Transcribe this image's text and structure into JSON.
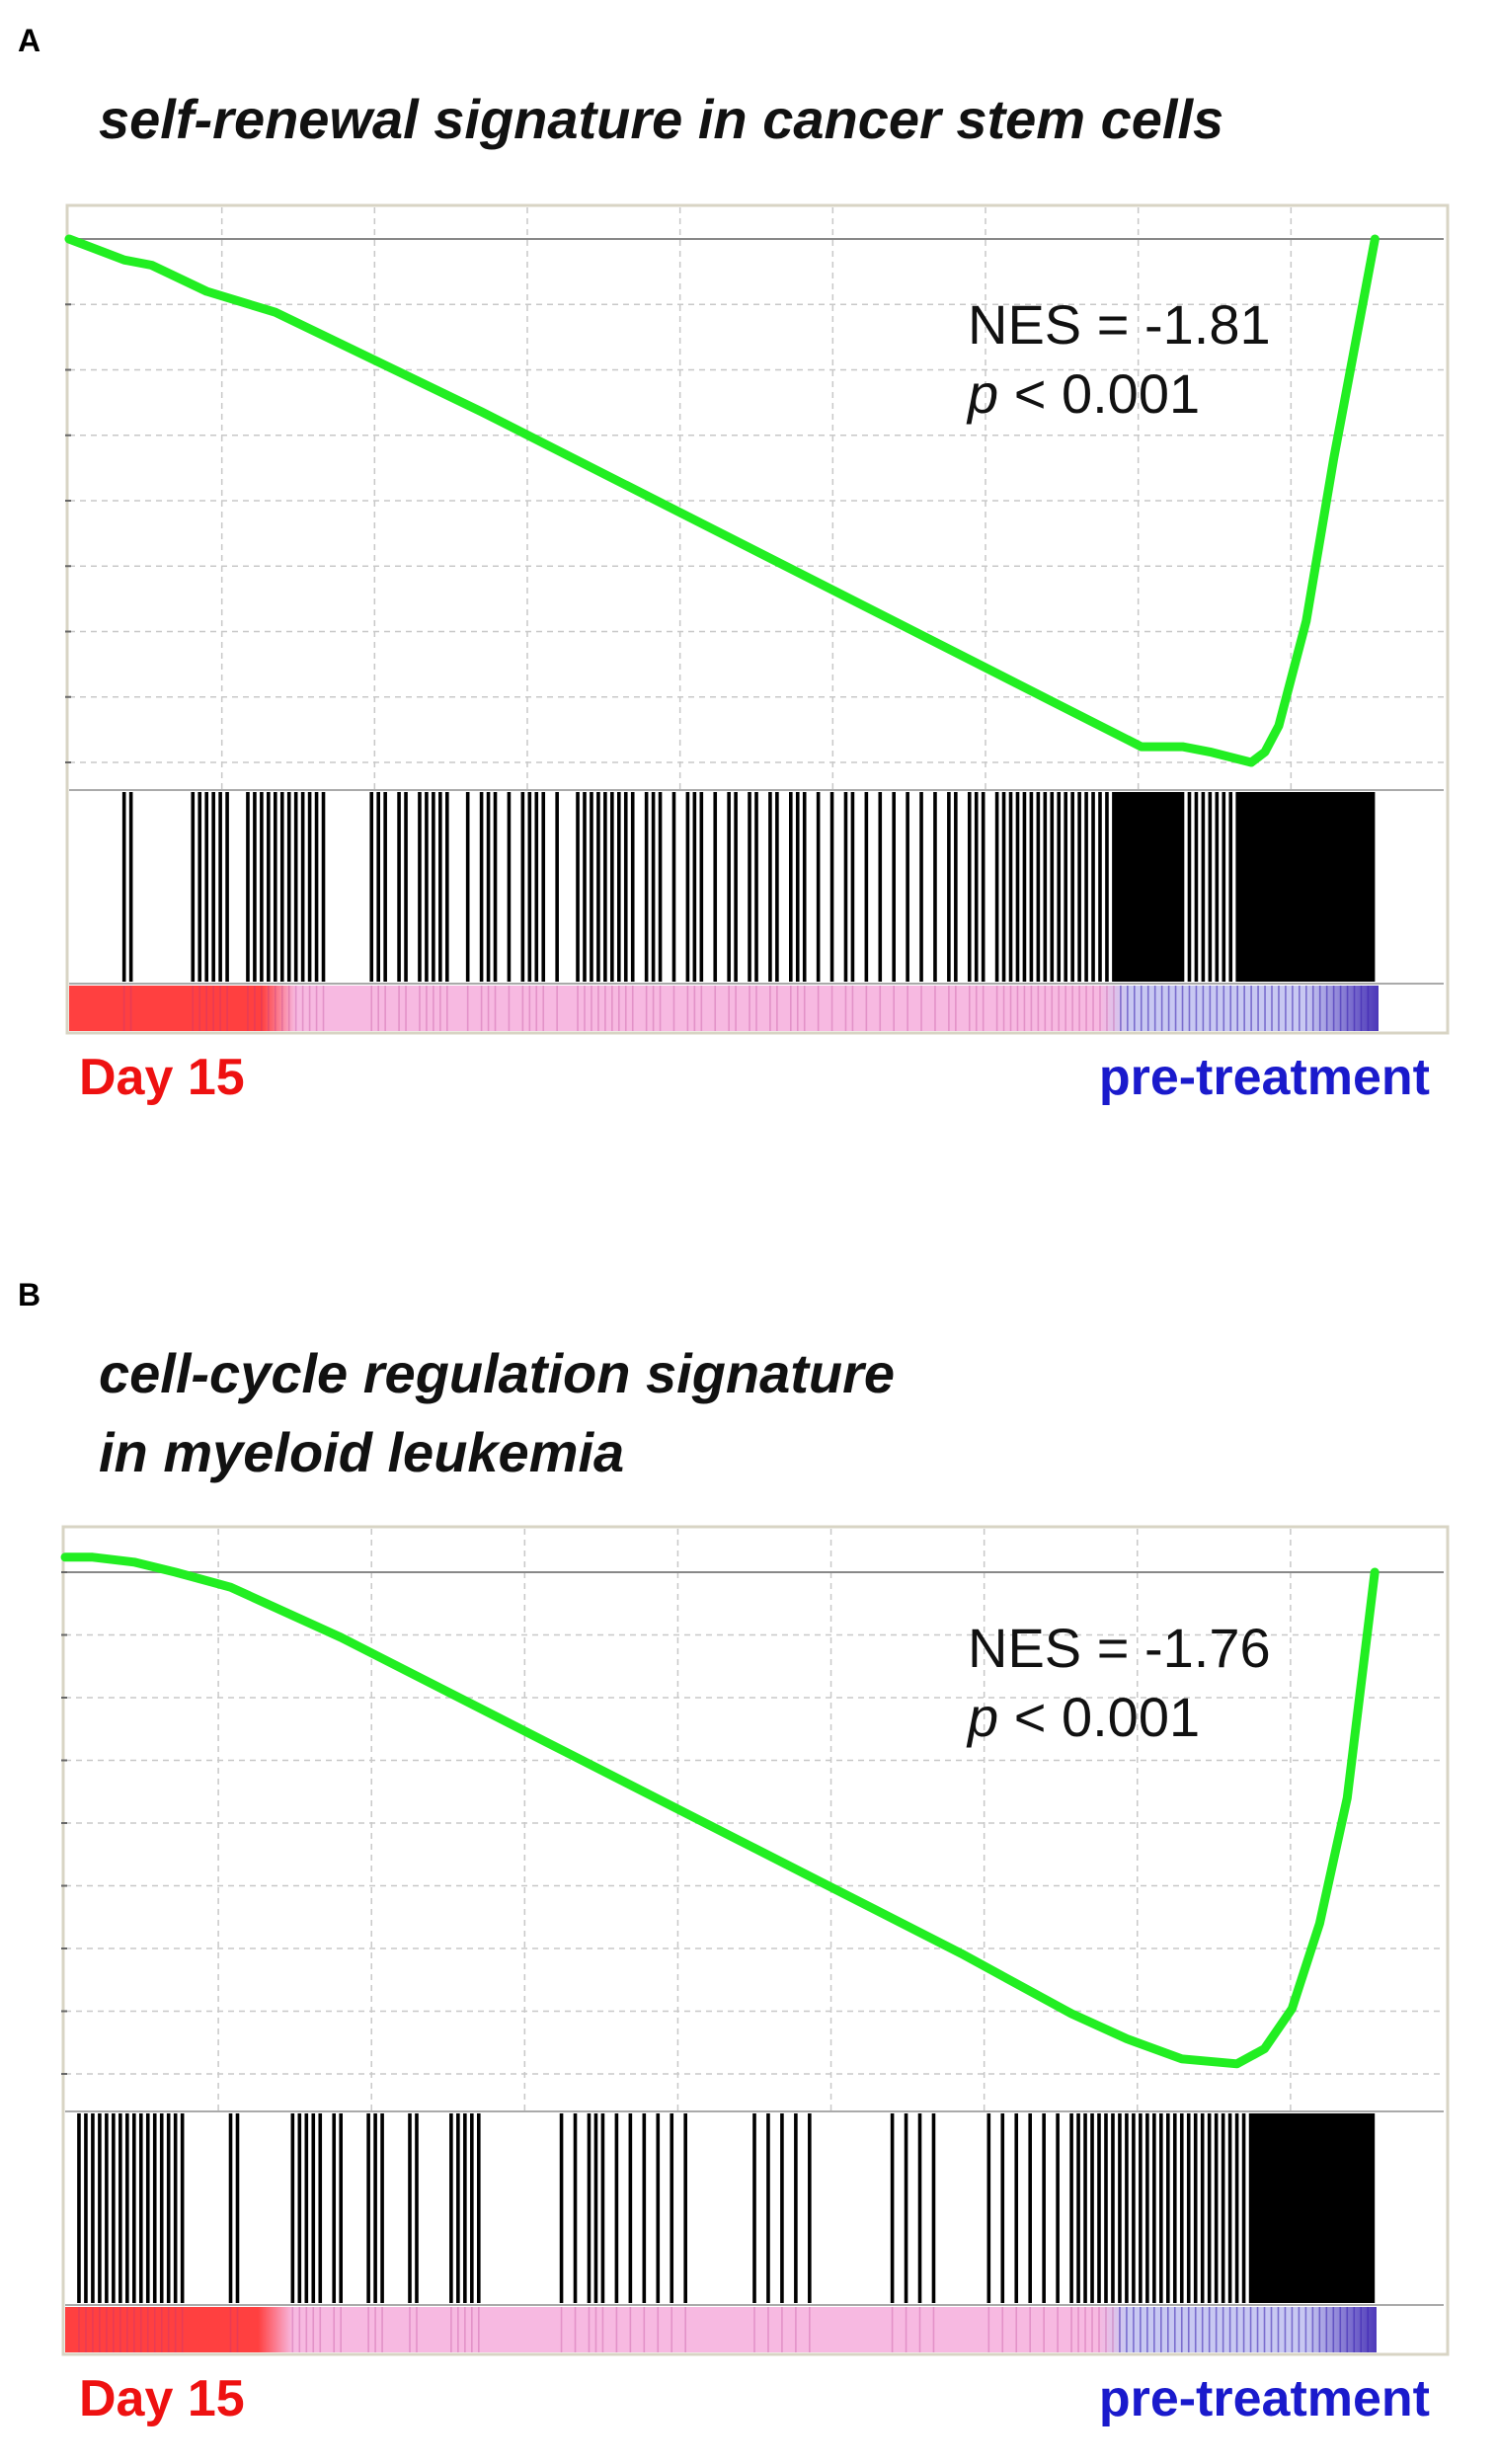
{
  "figure": {
    "panels": [
      {
        "letter": "A",
        "title_lines": [
          "self-renewal signature in cancer stem cells"
        ],
        "nes_text": "NES = -1.81",
        "p_symbol": "p",
        "p_rest": " < 0.001",
        "left_label": "Day 15",
        "right_label": "pre-treatment"
      },
      {
        "letter": "B",
        "title_lines": [
          "cell-cycle regulation signature",
          "in myeloid leukemia"
        ],
        "nes_text": "NES = -1.76",
        "p_symbol": "p",
        "p_rest": " < 0.001",
        "left_label": "Day 15",
        "right_label": "pre-treatment"
      }
    ]
  },
  "colors": {
    "curve": "#22ee22",
    "day15": "#ee1111",
    "pretreatment": "#1a1acc",
    "frame": "#d8d4c4",
    "grid": "#c8c8c8",
    "gradient_red": "#ff4040",
    "gradient_pink": "#f7b9e1",
    "gradient_lavender": "#c8c8f2",
    "gradient_blue": "#3a22b0"
  },
  "chart_data": [
    {
      "type": "line",
      "title": "self-renewal signature in cancer stem cells",
      "annotations": [
        "NES = -1.81",
        "p < 0.001"
      ],
      "xlabel": "",
      "ylabel": "",
      "xlim": [
        0,
        1
      ],
      "ylim": [
        -1,
        0
      ],
      "grid": true,
      "series": [
        {
          "x": [
            0.0,
            0.04,
            0.06,
            0.1,
            0.15,
            0.3,
            0.45,
            0.6,
            0.72,
            0.78,
            0.81,
            0.83,
            0.86,
            0.87,
            0.88,
            0.9,
            0.92,
            0.95
          ],
          "y": [
            0.0,
            -0.04,
            -0.05,
            -0.1,
            -0.14,
            -0.33,
            -0.53,
            -0.73,
            -0.89,
            -0.97,
            -0.97,
            -0.98,
            -1.0,
            -0.98,
            -0.93,
            -0.73,
            -0.42,
            0.0
          ]
        }
      ],
      "hits": [
        0.04,
        0.045,
        0.09,
        0.095,
        0.1,
        0.105,
        0.11,
        0.115,
        0.13,
        0.135,
        0.14,
        0.145,
        0.15,
        0.155,
        0.16,
        0.165,
        0.17,
        0.175,
        0.18,
        0.185,
        0.22,
        0.225,
        0.23,
        0.24,
        0.245,
        0.255,
        0.26,
        0.265,
        0.27,
        0.275,
        0.29,
        0.3,
        0.305,
        0.31,
        0.32,
        0.33,
        0.335,
        0.34,
        0.345,
        0.355,
        0.37,
        0.375,
        0.38,
        0.385,
        0.39,
        0.395,
        0.4,
        0.405,
        0.41,
        0.42,
        0.425,
        0.43,
        0.44,
        0.45,
        0.455,
        0.46,
        0.47,
        0.48,
        0.485,
        0.495,
        0.5,
        0.51,
        0.515,
        0.525,
        0.53,
        0.535,
        0.545,
        0.555,
        0.565,
        0.57,
        0.58,
        0.59,
        0.6,
        0.61,
        0.62,
        0.63,
        0.64,
        0.645,
        0.655,
        0.66,
        0.665,
        0.675,
        0.68,
        0.685,
        0.69,
        0.695,
        0.7,
        0.705,
        0.71,
        0.715,
        0.72,
        0.725,
        0.73,
        0.735,
        0.74,
        0.745,
        0.75,
        0.755,
        0.76,
        0.765,
        0.77,
        0.775,
        0.78,
        0.785,
        0.79,
        0.795,
        0.8,
        0.805,
        0.81,
        0.815,
        0.82,
        0.825,
        0.83,
        0.835,
        0.84,
        0.845,
        0.85,
        0.855,
        0.86,
        0.865,
        0.87,
        0.875,
        0.88,
        0.885,
        0.89,
        0.895,
        0.9,
        0.905,
        0.91,
        0.915,
        0.92,
        0.925,
        0.93,
        0.935,
        0.94,
        0.945
      ],
      "solid_hit_ranges": [
        [
          0.76,
          0.81
        ],
        [
          0.85,
          0.95
        ]
      ]
    },
    {
      "type": "line",
      "title": "cell-cycle regulation signature in myeloid leukemia",
      "annotations": [
        "NES = -1.76",
        "p < 0.001"
      ],
      "xlabel": "",
      "ylabel": "",
      "xlim": [
        0,
        1
      ],
      "ylim": [
        -1,
        0
      ],
      "grid": true,
      "series": [
        {
          "x": [
            0.0,
            0.02,
            0.05,
            0.08,
            0.12,
            0.2,
            0.35,
            0.5,
            0.65,
            0.73,
            0.77,
            0.81,
            0.85,
            0.87,
            0.89,
            0.91,
            0.93,
            0.95
          ],
          "y": [
            0.03,
            0.03,
            0.02,
            0.0,
            -0.03,
            -0.13,
            -0.34,
            -0.55,
            -0.76,
            -0.88,
            -0.93,
            -0.97,
            -0.98,
            -0.95,
            -0.87,
            -0.7,
            -0.45,
            0.0
          ]
        }
      ],
      "hits": [
        0.01,
        0.015,
        0.02,
        0.025,
        0.03,
        0.035,
        0.04,
        0.045,
        0.05,
        0.055,
        0.06,
        0.065,
        0.07,
        0.075,
        0.08,
        0.085,
        0.12,
        0.125,
        0.165,
        0.17,
        0.175,
        0.18,
        0.185,
        0.195,
        0.2,
        0.22,
        0.225,
        0.23,
        0.25,
        0.255,
        0.28,
        0.285,
        0.29,
        0.295,
        0.3,
        0.36,
        0.37,
        0.38,
        0.385,
        0.39,
        0.4,
        0.41,
        0.42,
        0.43,
        0.44,
        0.45,
        0.5,
        0.51,
        0.52,
        0.53,
        0.54,
        0.6,
        0.61,
        0.62,
        0.63,
        0.67,
        0.68,
        0.69,
        0.7,
        0.71,
        0.72,
        0.73,
        0.735,
        0.74,
        0.745,
        0.75,
        0.755,
        0.76,
        0.765,
        0.77,
        0.775,
        0.78,
        0.785,
        0.79,
        0.795,
        0.8,
        0.805,
        0.81,
        0.815,
        0.82,
        0.825,
        0.83,
        0.835,
        0.84,
        0.845,
        0.85,
        0.855,
        0.86,
        0.865,
        0.87,
        0.875,
        0.88,
        0.885,
        0.89,
        0.895,
        0.9,
        0.905,
        0.91,
        0.915,
        0.92,
        0.925,
        0.93,
        0.935,
        0.94,
        0.945
      ],
      "solid_hit_ranges": [
        [
          0.86,
          0.95
        ]
      ]
    }
  ]
}
